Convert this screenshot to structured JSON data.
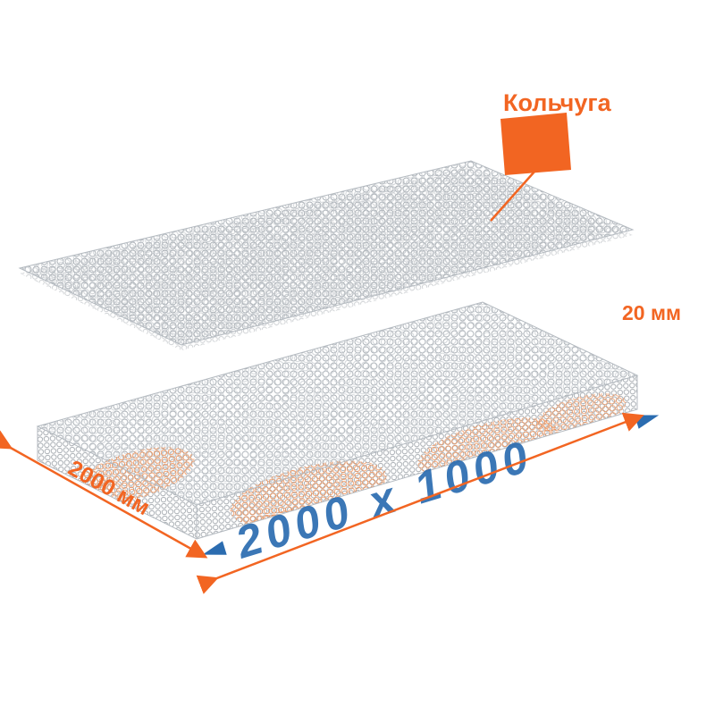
{
  "figure": {
    "title": "mesh-sheets-dimension-diagram",
    "background": "#ffffff"
  },
  "colors": {
    "orange": "#f26522",
    "orange_light": "#f08a4b",
    "blue": "#2b6cb0",
    "mesh_gray": "#a7adb3",
    "mesh_gray2": "#c3c8cd",
    "outline_gray": "#b4bac0"
  },
  "labels": {
    "callout": "Кольчуга",
    "thickness": "20 мм",
    "length": "2000 мм",
    "watermark": "2000 х 1000"
  }
}
